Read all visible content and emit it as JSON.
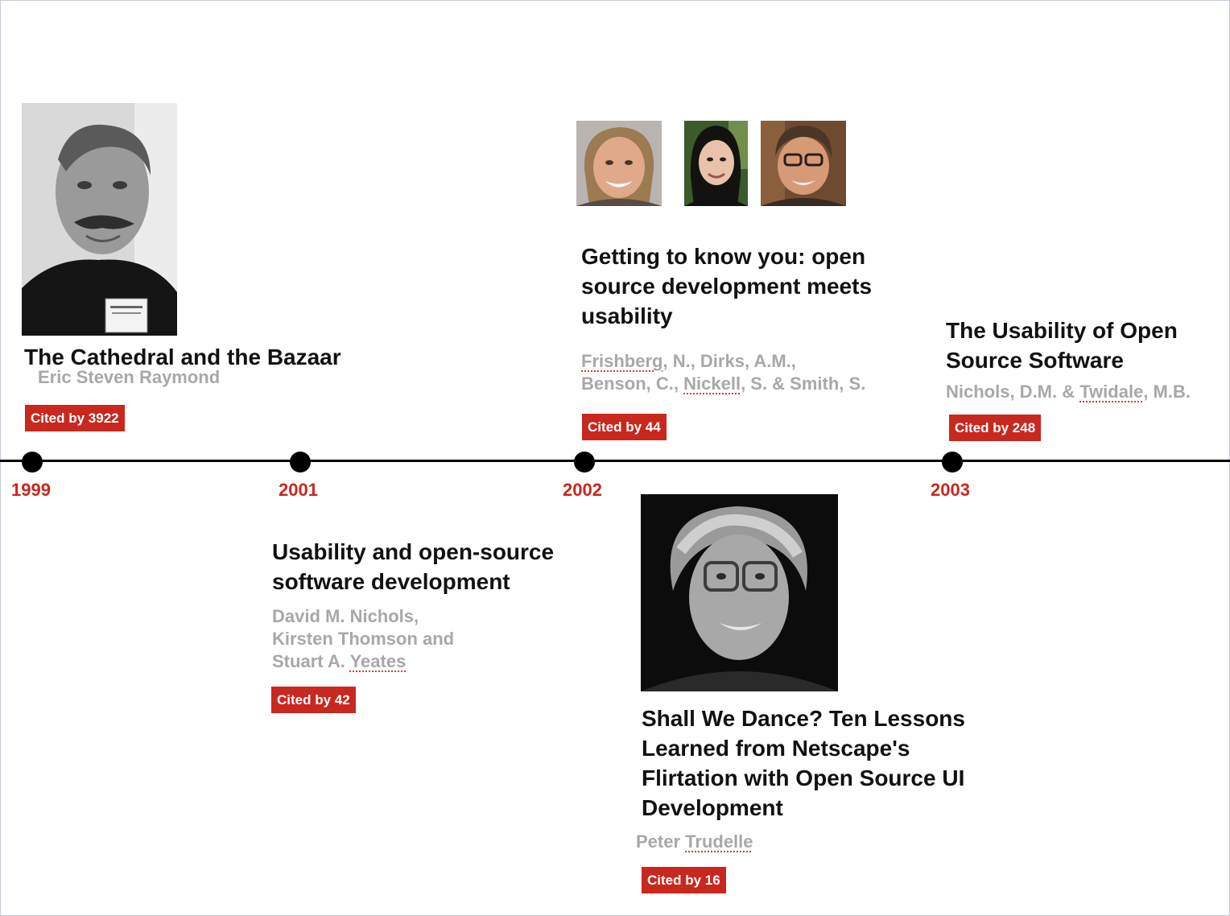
{
  "timeline": {
    "years": [
      "1999",
      "2001",
      "2002",
      "2003"
    ]
  },
  "entries": {
    "cathedral": {
      "title": "The Cathedral and the Bazaar",
      "authors": "Eric Steven Raymond",
      "cited": "Cited by 3922"
    },
    "usability_os": {
      "title_lines": [
        "Usability and open-source",
        "software development"
      ],
      "authors_lines": [
        "David M. Nichols,",
        "Kirsten Thomson and",
        "Stuart A. "
      ],
      "authors_spell": "Yeates",
      "cited": "Cited by 42"
    },
    "getting_to_know": {
      "title_lines": [
        "Getting to know you: open",
        "source development meets",
        "usability"
      ],
      "authors_line1_spell": "Frishberg",
      "authors_line1_rest": ", N., Dirks, A.M.,",
      "authors_line2_a": "Benson, C., ",
      "authors_line2_spell": "Nickell",
      "authors_line2_b": ", S. & Smith, S.",
      "cited": "Cited by 44"
    },
    "shall_we_dance": {
      "title_lines": [
        "Shall We Dance? Ten Lessons",
        "Learned from Netscape's",
        "Flirtation with Open Source UI",
        "Development"
      ],
      "authors_a": "Peter ",
      "authors_spell": "Trudelle",
      "cited": "Cited by 16"
    },
    "usability_oss": {
      "title_lines": [
        "The Usability of Open",
        "Source Software"
      ],
      "authors_a": "Nichols, D.M. & ",
      "authors_spell": "Twidale",
      "authors_b": ", M.B.",
      "cited": "Cited by 248"
    }
  },
  "colors": {
    "accent": "#c8281e",
    "axis": "#000000",
    "title": "#111111",
    "authors": "#a8a8a8"
  }
}
